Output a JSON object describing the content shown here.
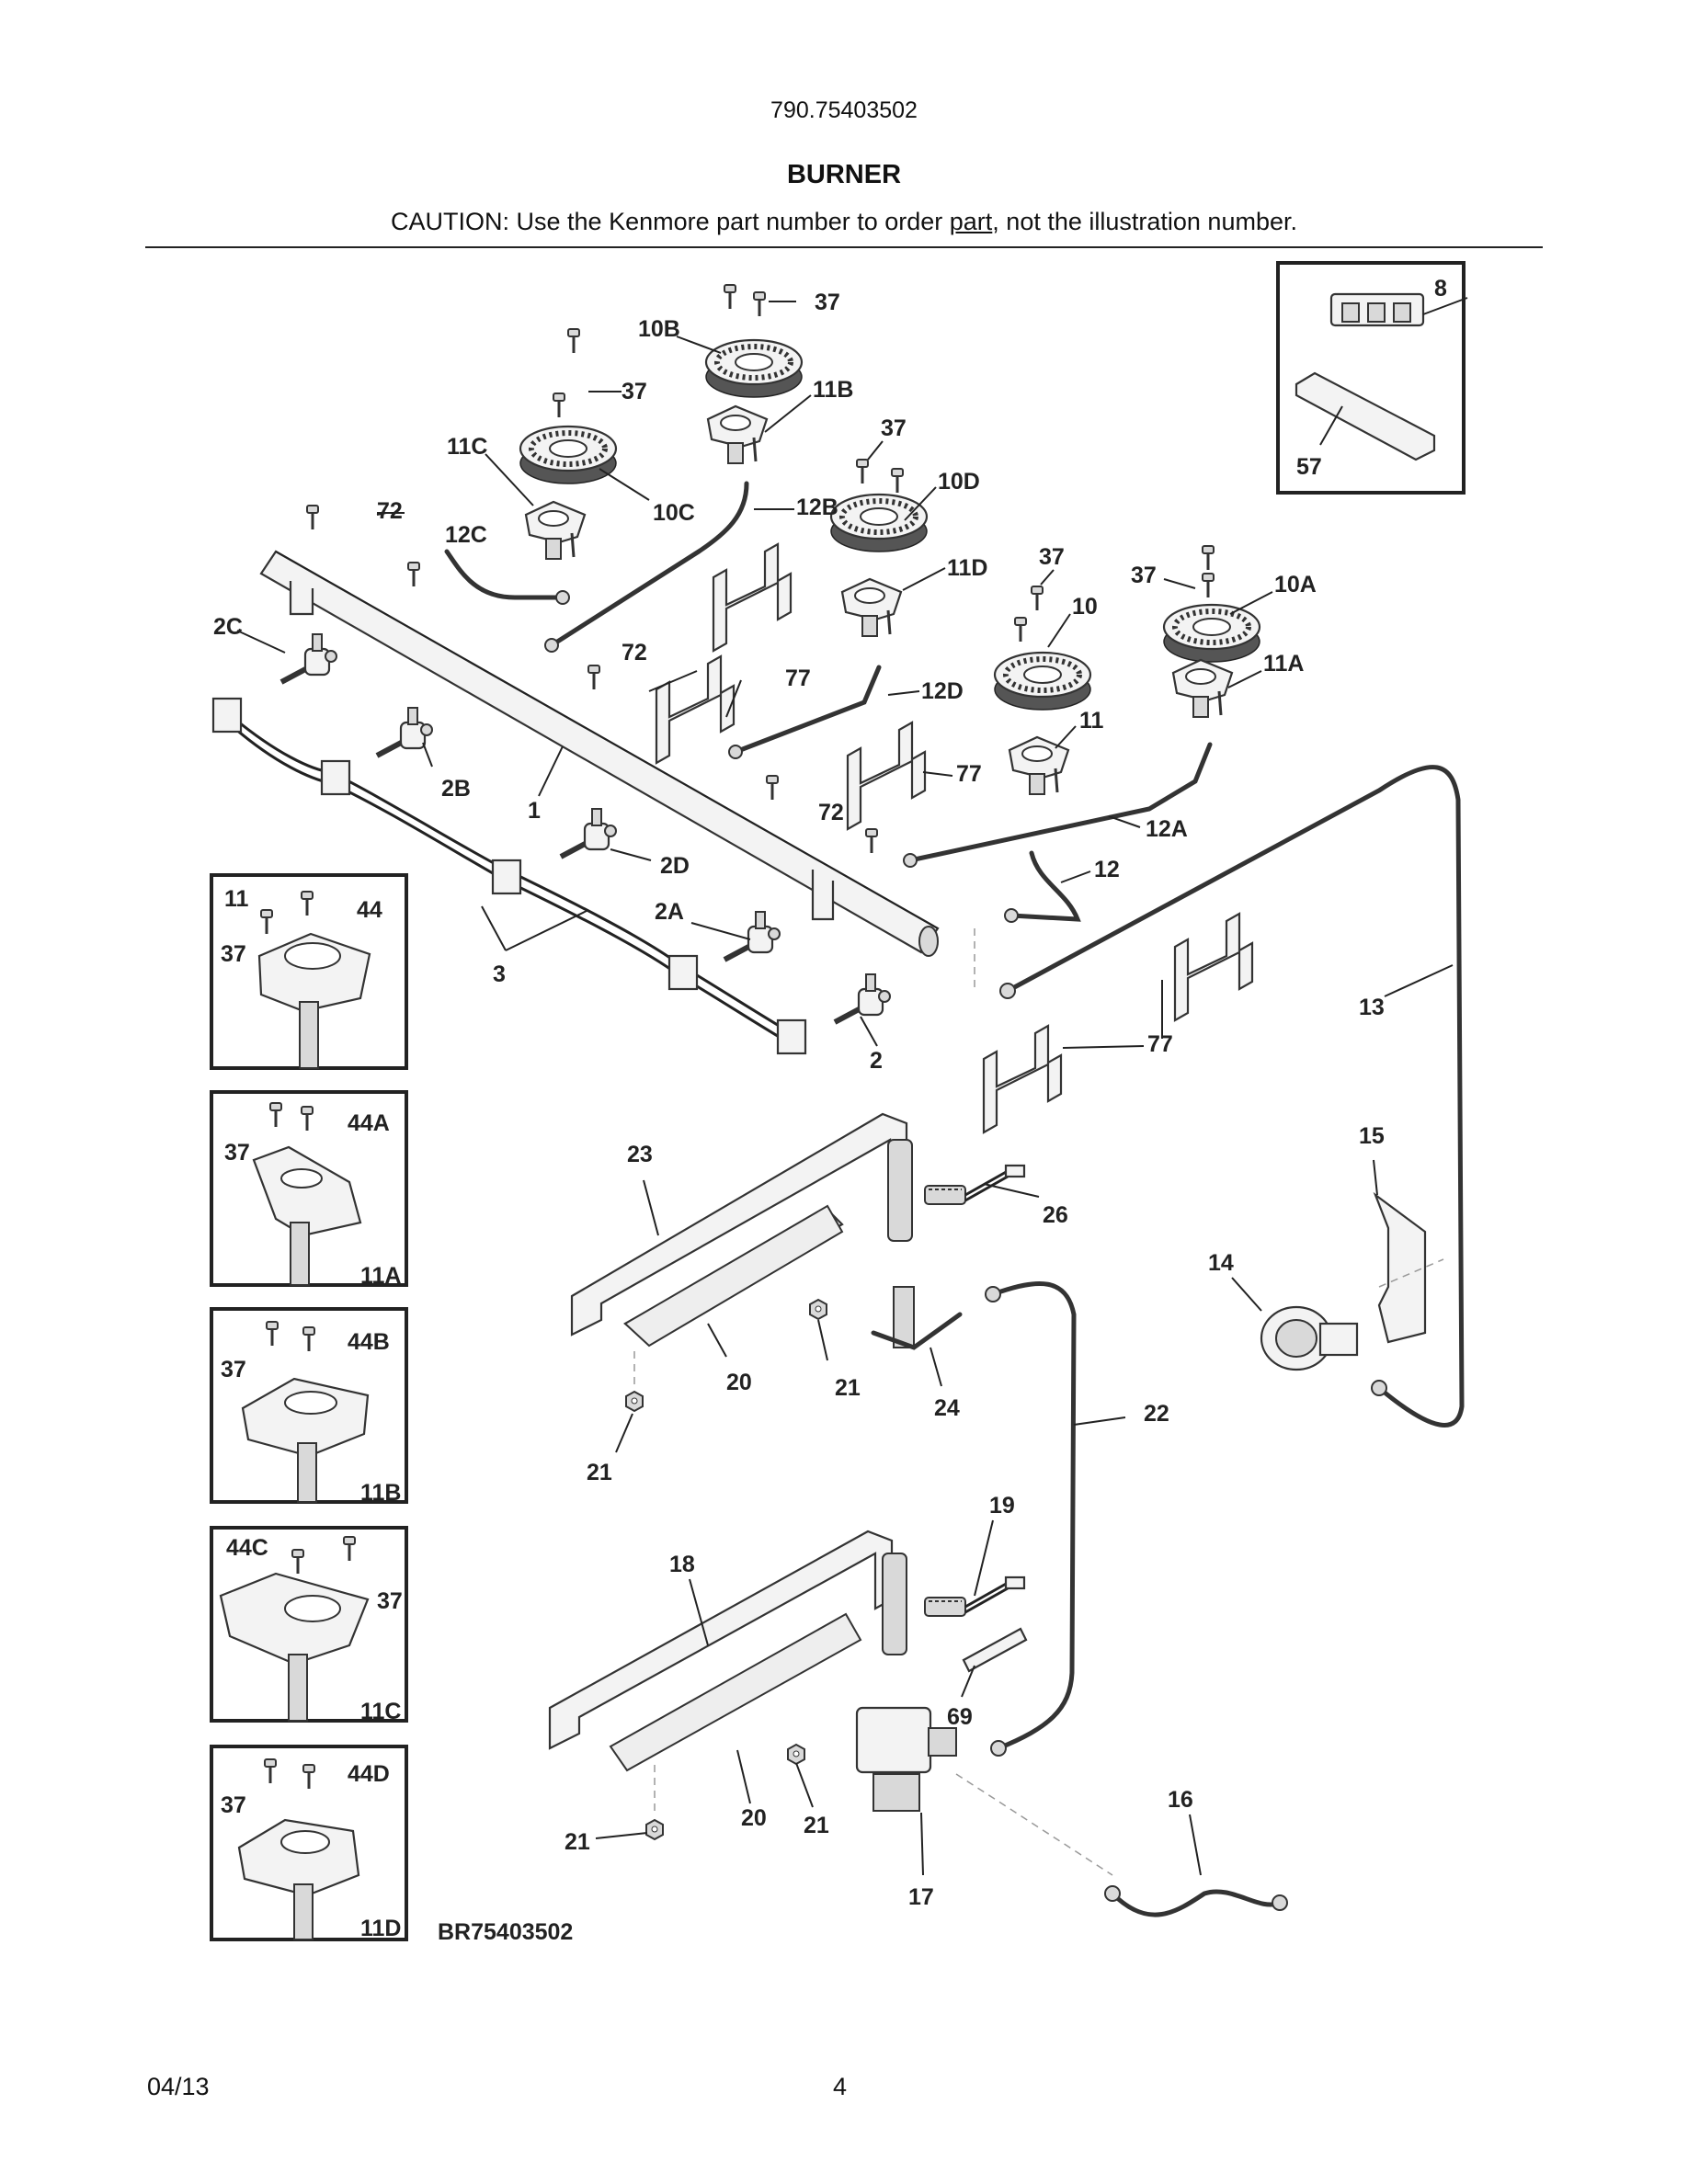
{
  "header": {
    "model_number": "790.75403502",
    "section_title": "BURNER",
    "caution_before": "CAUTION: Use the Kenmore part number to order ",
    "caution_underlined": "part",
    "caution_after": ", not the illustration number."
  },
  "callouts": {
    "c1": "1",
    "c2": "2",
    "c2A": "2A",
    "c2B": "2B",
    "c2C": "2C",
    "c2D": "2D",
    "c3": "3",
    "c8": "8",
    "c10": "10",
    "c10A": "10A",
    "c10B": "10B",
    "c10C": "10C",
    "c10D": "10D",
    "c11": "11",
    "c11A": "11A",
    "c11B": "11B",
    "c11C": "11C",
    "c11D": "11D",
    "c12": "12",
    "c12A": "12A",
    "c12B": "12B",
    "c12C": "12C",
    "c12D": "12D",
    "c13": "13",
    "c14": "14",
    "c15": "15",
    "c16": "16",
    "c17": "17",
    "c18": "18",
    "c19": "19",
    "c20": "20",
    "c21": "21",
    "c22": "22",
    "c23": "23",
    "c24": "24",
    "c26": "26",
    "c37": "37",
    "c44": "44",
    "c44A": "44A",
    "c44B": "44B",
    "c44C": "44C",
    "c44D": "44D",
    "c57": "57",
    "c69": "69",
    "c72": "72",
    "c77": "77"
  },
  "diagram_code": "BR75403502",
  "footer": {
    "date": "04/13",
    "page_number": "4"
  }
}
